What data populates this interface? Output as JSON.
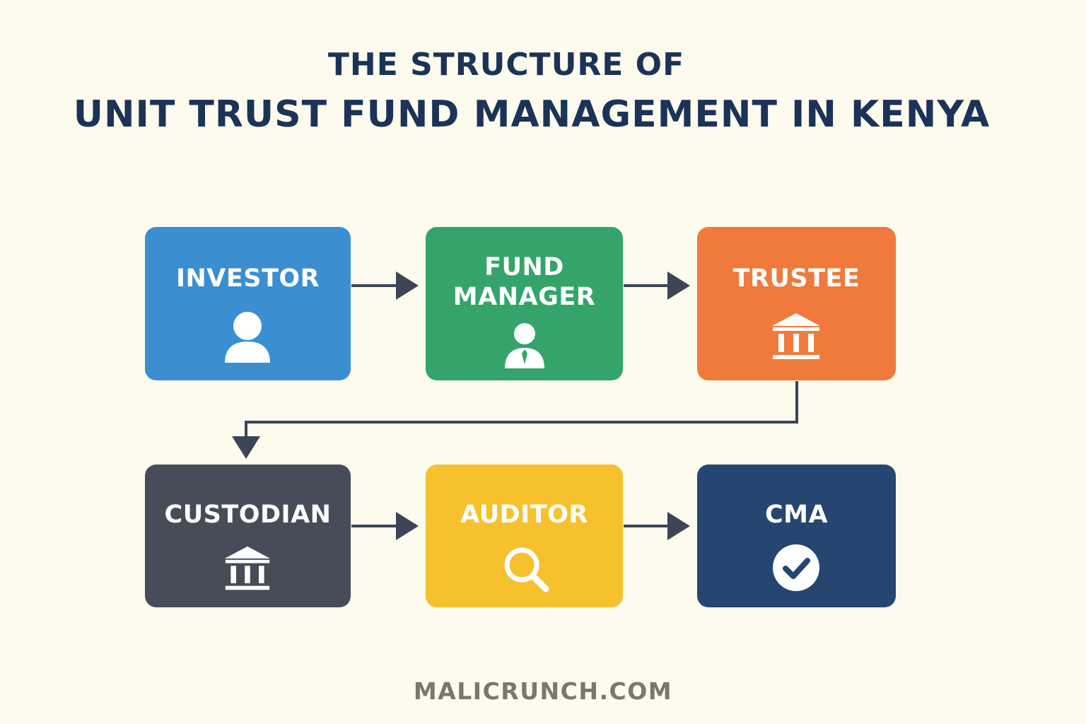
{
  "title": {
    "line1": "THE STRUCTURE OF",
    "line2": "UNIT TRUST FUND MANAGEMENT IN KENYA"
  },
  "nodes": [
    {
      "id": "investor",
      "label": "INVESTOR",
      "icon": "person-icon",
      "color": "#3b8ed0"
    },
    {
      "id": "fund-manager",
      "label": "FUND MANAGER",
      "label_line1": "FUND",
      "label_line2": "MANAGER",
      "icon": "business-person-icon",
      "color": "#34a46a"
    },
    {
      "id": "trustee",
      "label": "TRUSTEE",
      "icon": "bank-icon",
      "color": "#ef7a3b"
    },
    {
      "id": "custodian",
      "label": "CUSTODIAN",
      "icon": "bank-icon",
      "color": "#474c59"
    },
    {
      "id": "auditor",
      "label": "AUDITOR",
      "icon": "magnifier-icon",
      "color": "#f7c12e"
    },
    {
      "id": "cma",
      "label": "CMA",
      "icon": "check-circle-icon",
      "color": "#244670"
    }
  ],
  "edges": [
    {
      "from": "investor",
      "to": "fund-manager"
    },
    {
      "from": "fund-manager",
      "to": "trustee"
    },
    {
      "from": "trustee",
      "to": "custodian"
    },
    {
      "from": "custodian",
      "to": "auditor"
    },
    {
      "from": "auditor",
      "to": "cma"
    }
  ],
  "connector_color": "#3c4457",
  "footer": "MALICRUNCH.COM"
}
